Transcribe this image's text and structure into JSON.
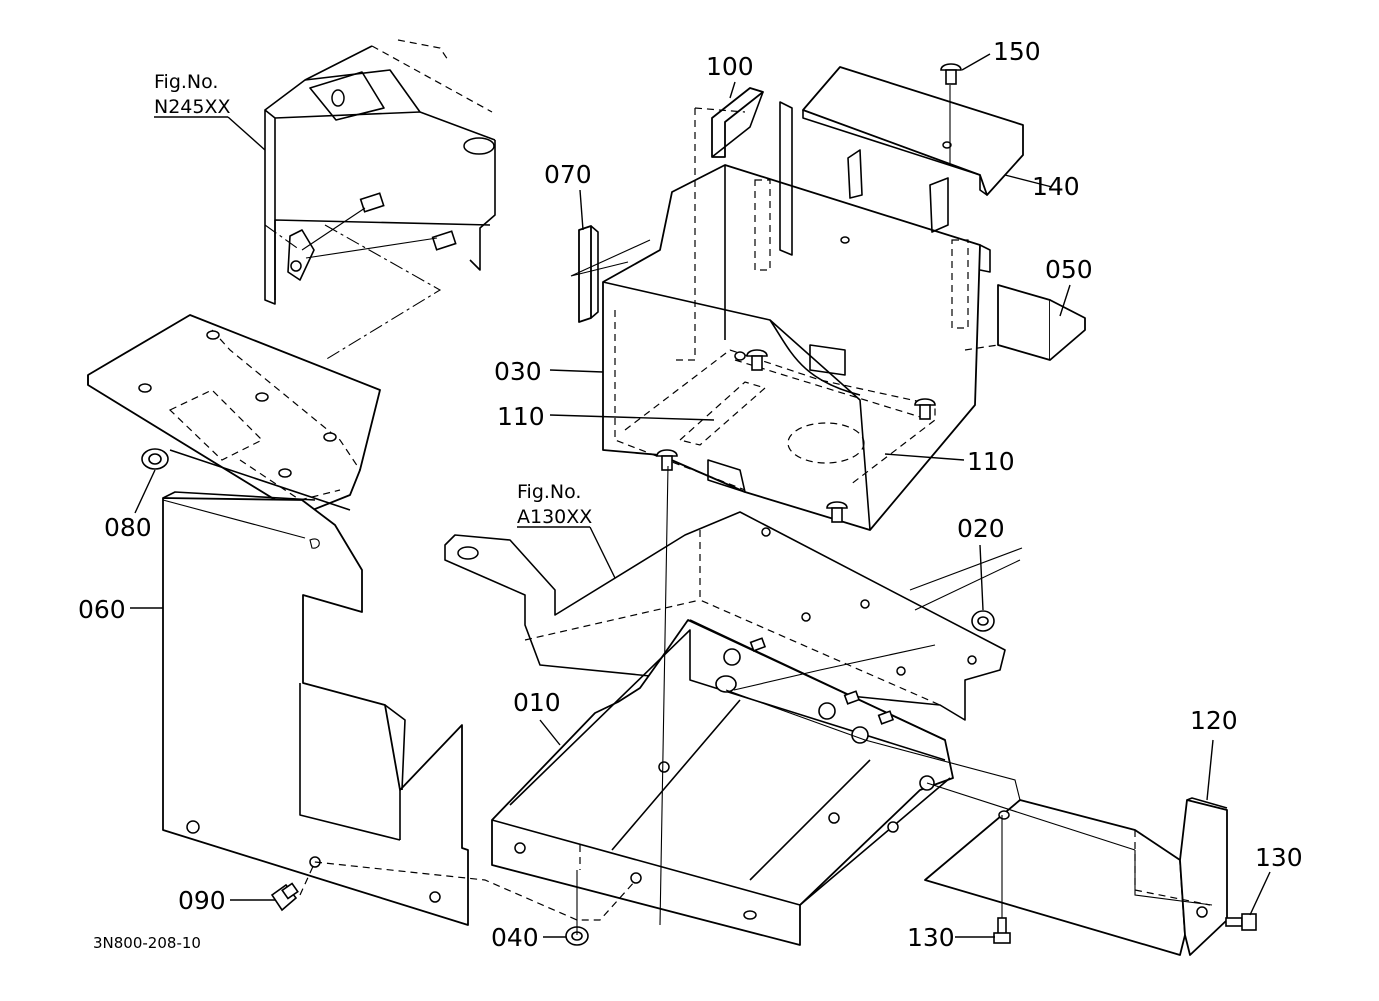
{
  "callouts": [
    {
      "id": "100",
      "text": "100"
    },
    {
      "id": "150",
      "text": "150"
    },
    {
      "id": "070",
      "text": "070"
    },
    {
      "id": "140",
      "text": "140"
    },
    {
      "id": "050",
      "text": "050"
    },
    {
      "id": "030",
      "text": "030"
    },
    {
      "id": "110a",
      "text": "110"
    },
    {
      "id": "110b",
      "text": "110"
    },
    {
      "id": "080",
      "text": "080"
    },
    {
      "id": "020",
      "text": "020"
    },
    {
      "id": "060",
      "text": "060"
    },
    {
      "id": "010",
      "text": "010"
    },
    {
      "id": "120",
      "text": "120"
    },
    {
      "id": "130a",
      "text": "130"
    },
    {
      "id": "090",
      "text": "090"
    },
    {
      "id": "040",
      "text": "040"
    },
    {
      "id": "130b",
      "text": "130"
    }
  ],
  "references": [
    {
      "label": "Fig.No.",
      "number": "N245XX"
    },
    {
      "label": "Fig.No.",
      "number": "A130XX"
    }
  ],
  "drawing_code": "3N800-208-10"
}
